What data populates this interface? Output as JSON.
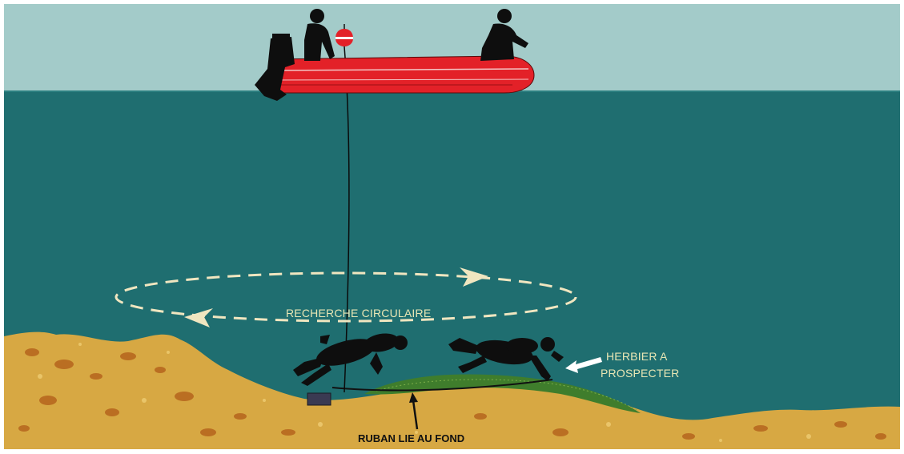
{
  "labels": {
    "circular_search": "RECHERCHE CIRCULAIRE",
    "herbarium_line1": "HERBIER A",
    "herbarium_line2": "PROSPECTER",
    "tape": "RUBAN LIE AU FOND"
  },
  "colors": {
    "sky": "#a3cbc9",
    "sea": "#1f6e70",
    "seabed": "#d7a843",
    "seagrass": "#3f7d2c",
    "boat": "#e32128",
    "silhouette": "#0e0e0e",
    "dashed_path": "#f0e6c0"
  },
  "icons": [
    "boat",
    "buoy",
    "diver",
    "arrow",
    "mooring-weight"
  ]
}
